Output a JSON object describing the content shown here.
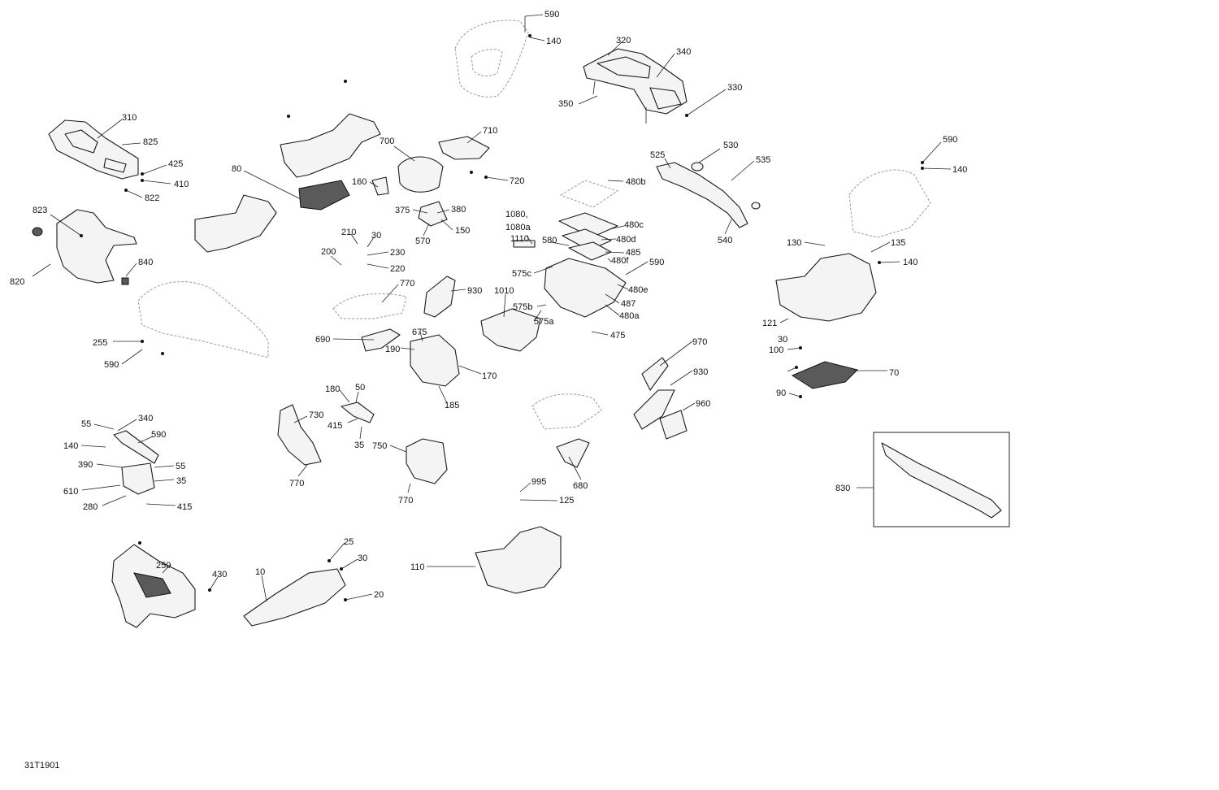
{
  "diagram": {
    "reference": "31T1901",
    "callouts": {
      "c590a": "590",
      "c140a": "140",
      "c320": "320",
      "c340a": "340",
      "c330": "330",
      "c350": "350",
      "c310": "310",
      "c825": "825",
      "c425": "425",
      "c410": "410",
      "c822": "822",
      "c80": "80",
      "c700": "700",
      "c710": "710",
      "c720": "720",
      "c160": "160",
      "c375": "375",
      "c380": "380",
      "c150": "150",
      "c570": "570",
      "c525": "525",
      "c530": "530",
      "c535": "535",
      "c540": "540",
      "c480b": "480b",
      "c590b": "590",
      "c140b": "140",
      "c823": "823",
      "c820": "820",
      "c840": "840",
      "c210": "210",
      "c30a": "30",
      "c230": "230",
      "c200": "200",
      "c220": "220",
      "c1080": "1080,",
      "c1080a": "1080a",
      "c1110": "1110",
      "c580": "580",
      "c480c": "480c",
      "c480d": "480d",
      "c485": "485",
      "c480f": "480f",
      "c590c": "590",
      "c575c": "575c",
      "c480e": "480e",
      "c487": "487",
      "c480a": "480a",
      "c575b": "575b",
      "c575a": "575a",
      "c475": "475",
      "c130": "130",
      "c135": "135",
      "c140c": "140",
      "c121": "121",
      "c770a": "770",
      "c930a": "930",
      "c1010": "1010",
      "c255": "255",
      "c590d": "590",
      "c690": "690",
      "c675": "675",
      "c190": "190",
      "c170": "170",
      "c185": "185",
      "c970": "970",
      "c930b": "930",
      "c960": "960",
      "c30b": "30",
      "c100": "100",
      "c70": "70",
      "c90": "90",
      "c180": "180",
      "c50": "50",
      "c730": "730",
      "c415a": "415",
      "c35a": "35",
      "c750": "750",
      "c770b": "770",
      "c770c": "770",
      "c55a": "55",
      "c340b": "340",
      "c590e": "590",
      "c140d": "140",
      "c390": "390",
      "c55b": "55",
      "c35b": "35",
      "c610": "610",
      "c280": "280",
      "c415b": "415",
      "c680": "680",
      "c995": "995",
      "c125": "125",
      "c830": "830",
      "c25": "25",
      "c250": "250",
      "c430": "430",
      "c10": "10",
      "c30c": "30",
      "c20": "20",
      "c110": "110"
    }
  }
}
